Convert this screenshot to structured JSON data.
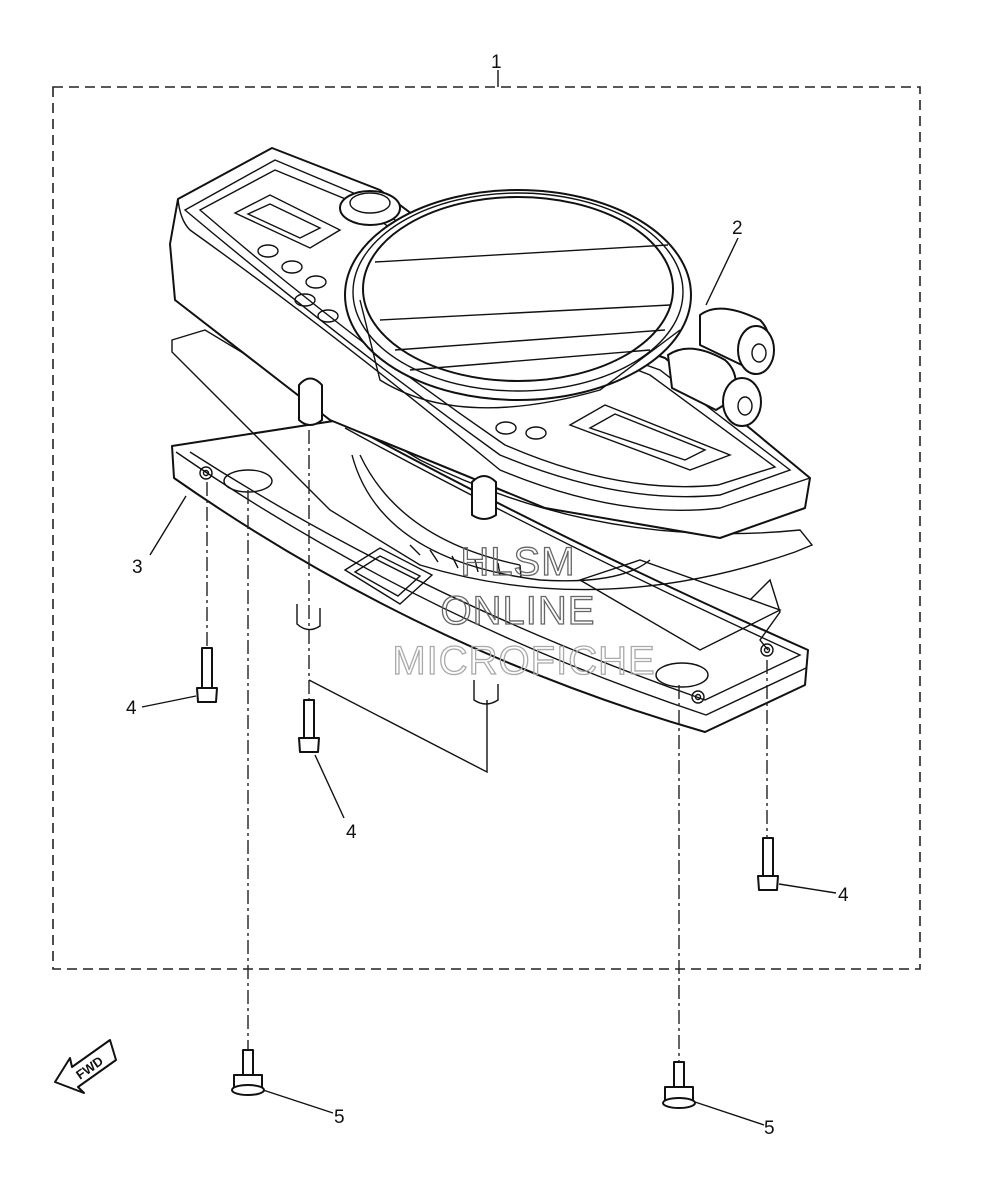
{
  "callouts": {
    "c1": "1",
    "c2": "2",
    "c3": "3",
    "c4a": "4",
    "c4b": "4",
    "c4c": "4",
    "c5a": "5",
    "c5b": "5"
  },
  "fwd_label": "FWD",
  "watermark": {
    "line1": "HLSM",
    "line2": "ONLINE",
    "line3": "MICROFICHE"
  }
}
